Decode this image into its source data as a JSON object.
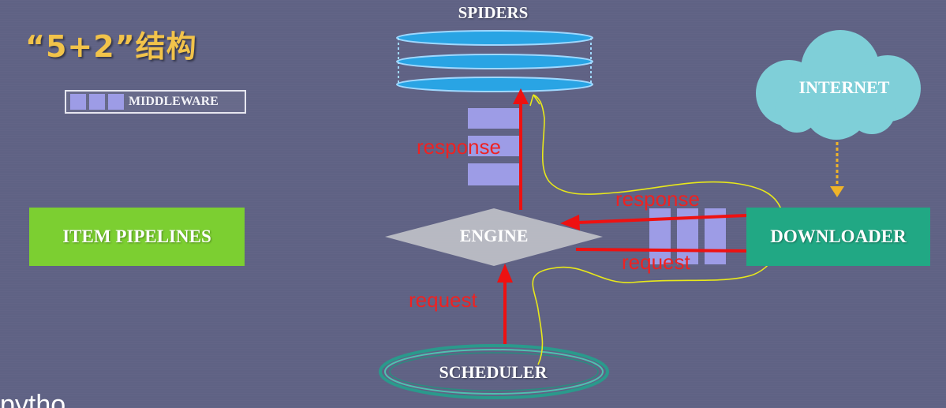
{
  "title": "“5+2”结构",
  "legend": {
    "middleware_label": "MIDDLEWARE"
  },
  "components": {
    "spiders": "SPIDERS",
    "engine": "ENGINE",
    "scheduler": "SCHEDULER",
    "downloader": "DOWNLOADER",
    "item_pipelines": "ITEM PIPELINES",
    "internet": "INTERNET"
  },
  "annotations": {
    "response_vertical": "response",
    "request_vertical": "request",
    "response_horizontal": "response",
    "request_horizontal": "request"
  },
  "watermark": "pytho",
  "colors": {
    "background": "#5f6284",
    "title": "#f2c34a",
    "spiders": "#29a4e4",
    "engine": "#bfc0c8",
    "scheduler": "#2a9a8c",
    "downloader": "#21a884",
    "item_pipelines": "#7ccf31",
    "internet": "#7fcfd8",
    "middleware": "#9d9ce6",
    "arrow": "#ee1111",
    "trace": "#e8e81a",
    "internet_arrow": "#f0b428"
  }
}
